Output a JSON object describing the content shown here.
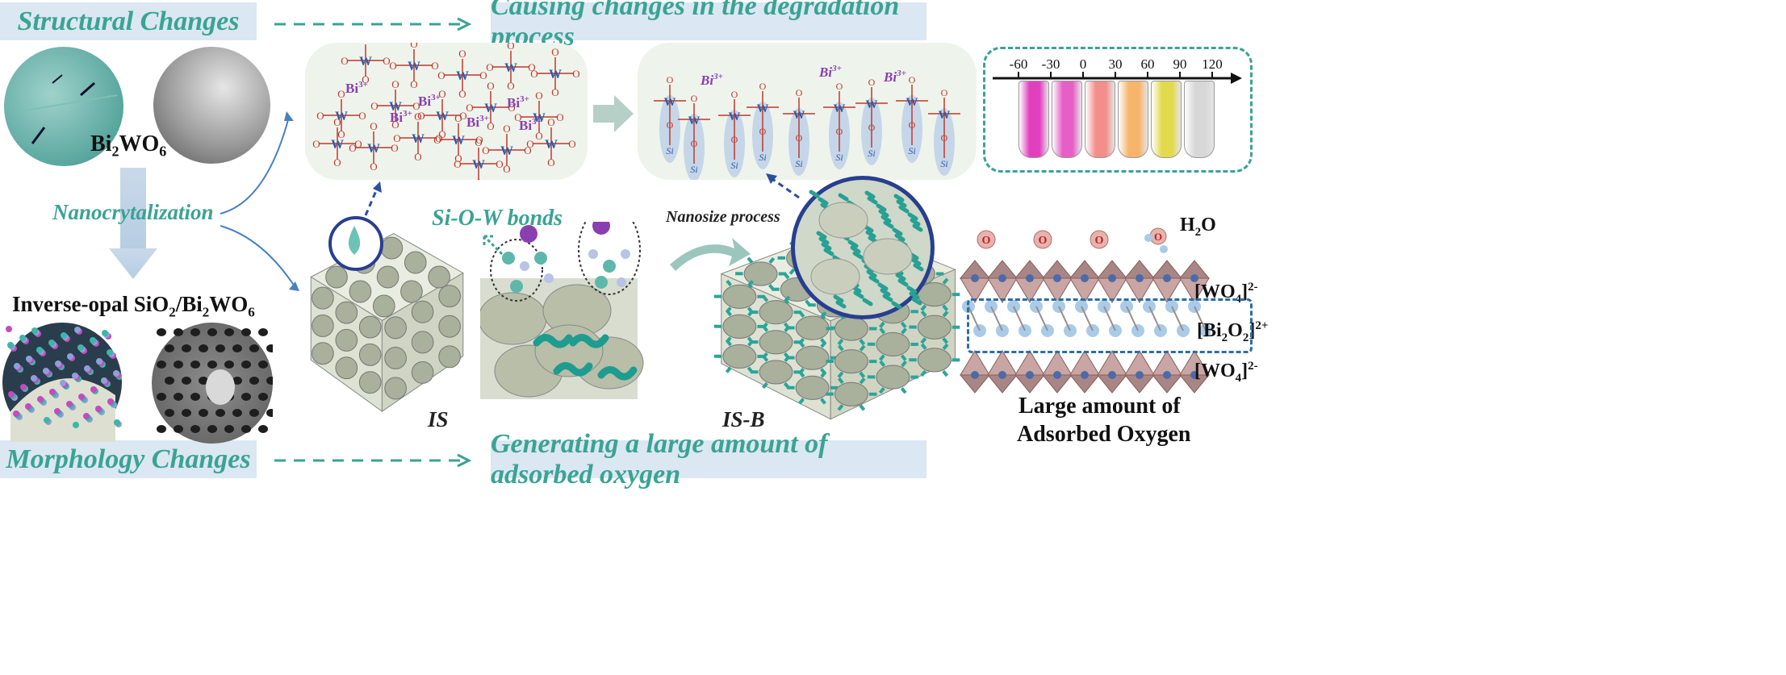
{
  "banners": {
    "structural": "Structural Changes",
    "causing": "Causing changes in the degradation process",
    "morphology": "Morphology Changes",
    "generating": "Generating a large amount of adsorbed oxygen"
  },
  "left": {
    "bi2wo6_base": "Bi",
    "bi2wo6_sub1": "2",
    "bi2wo6_mid": "WO",
    "bi2wo6_sub2": "6",
    "nano": "Nanocrytalization",
    "io_pre": "Inverse-opal SiO",
    "io_sub1": "2",
    "io_mid": "/Bi",
    "io_sub2": "2",
    "io_mid2": "WO",
    "io_sub3": "6"
  },
  "middle": {
    "sow": "Si-O-W bonds",
    "nanosize": "Nanosize process",
    "is": "IS",
    "isb": "IS-B"
  },
  "scale": {
    "ticks": [
      "-60",
      "-30",
      "0",
      "30",
      "60",
      "90",
      "120"
    ],
    "tube_colors": [
      "#e23fbf",
      "#e65fc6",
      "#f38e8a",
      "#f6b56a",
      "#e2d94d",
      "#d7d7d7"
    ]
  },
  "crystal": {
    "h2o_base": "H",
    "h2o_sub": "2",
    "h2o_end": "O",
    "wo4_top": "[WO",
    "wo4_sub": "4",
    "wo4_sup": "2-",
    "bi2o2_base": "[Bi",
    "bi2o2_sub1": "2",
    "bi2o2_mid": "O",
    "bi2o2_sub2": "2",
    "bi2o2_sup": "2+",
    "caption1": "Large amount of",
    "caption2": "Adsorbed Oxygen"
  },
  "colors": {
    "teal": "#3aa394",
    "banner_bg": "#dbe7f3",
    "panel_bg": "#eef3ec",
    "bi_purple": "#8a3fb0"
  }
}
